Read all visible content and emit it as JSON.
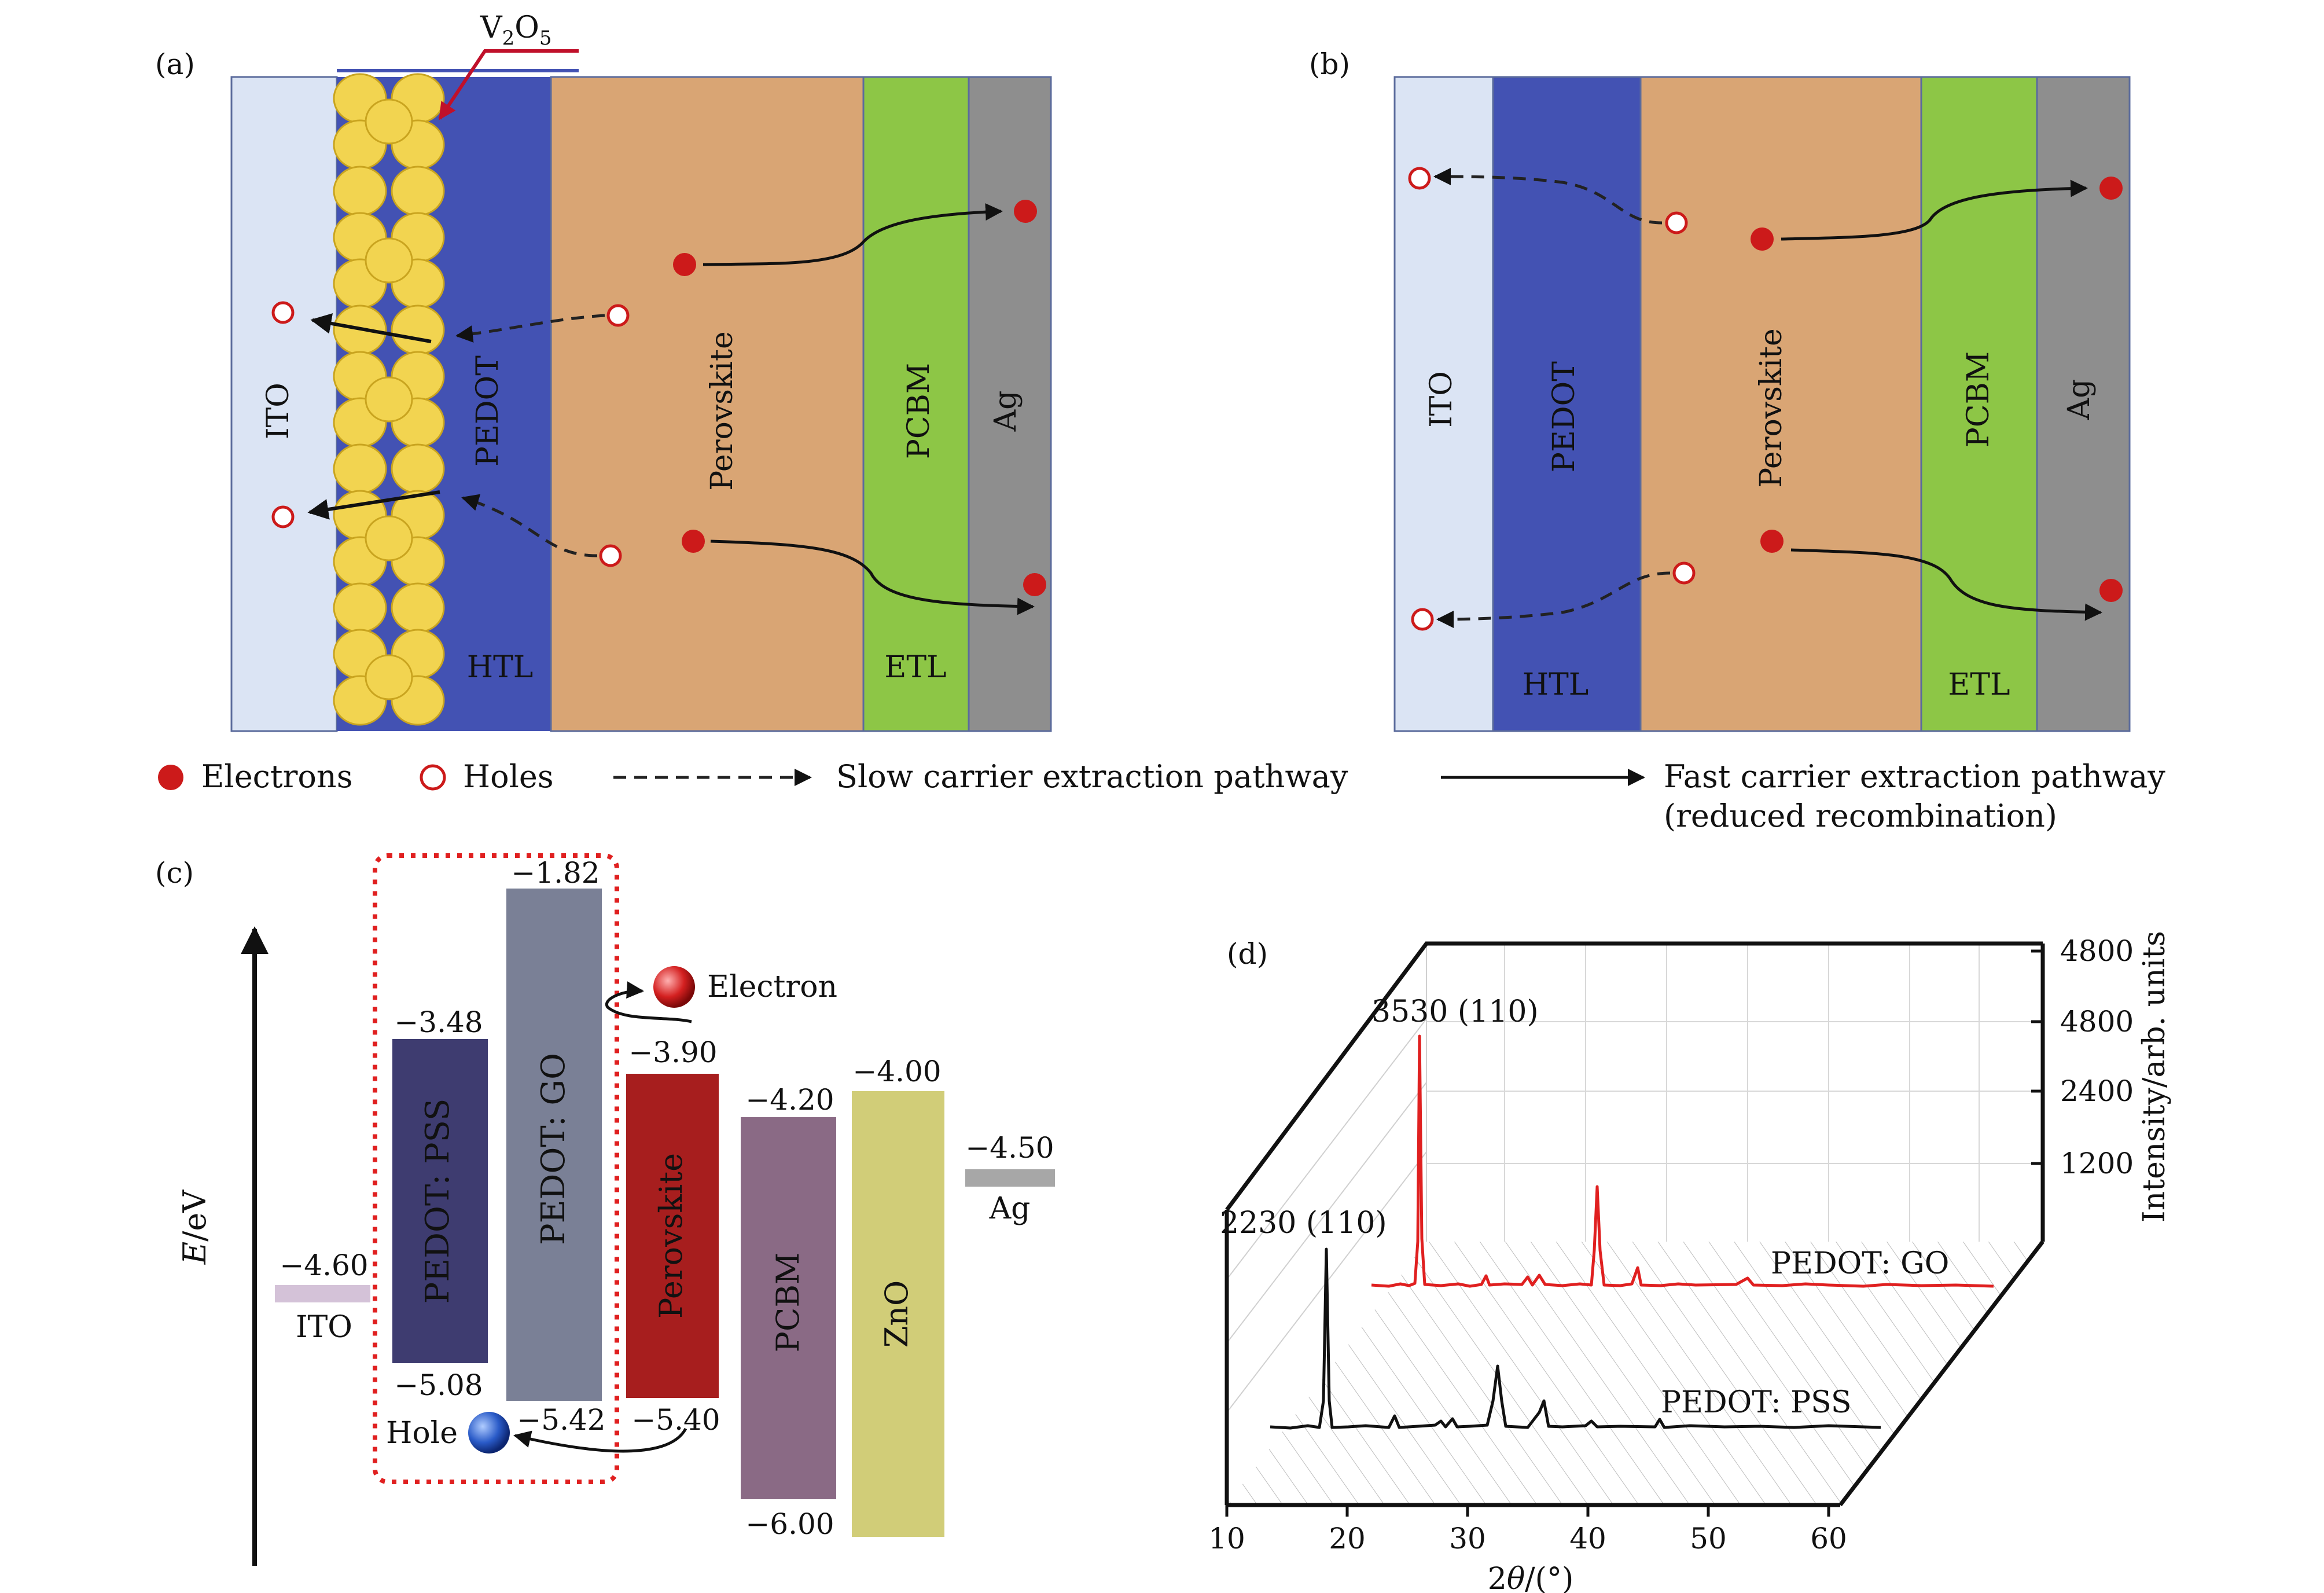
{
  "panels": {
    "a": {
      "label": "(a)",
      "layers": {
        "ito": "ITO",
        "pedot": "PEDOT",
        "perovskite": "Perovskite",
        "pcbm": "PCBM",
        "ag": "Ag"
      },
      "htl": "HTL",
      "etl": "ETL",
      "v2o5": {
        "main": "V",
        "sub1": "2",
        "mid": "O",
        "sub2": "5"
      }
    },
    "b": {
      "label": "(b)",
      "layers": {
        "ito": "ITO",
        "pedot": "PEDOT",
        "perovskite": "Perovskite",
        "pcbm": "PCBM",
        "ag": "Ag"
      },
      "htl": "HTL",
      "etl": "ETL"
    },
    "c": {
      "label": "(c)",
      "yaxis": {
        "sym": "E",
        "unit": "/eV"
      },
      "ito": {
        "name": "ITO",
        "level": "−4.60"
      },
      "pedot_pss": {
        "name": "PEDOT: PSS",
        "top": "−3.48",
        "bottom": "−5.08"
      },
      "pedot_go": {
        "name": "PEDOT: GO",
        "top": "−1.82",
        "bottom": "−5.42"
      },
      "perovskite": {
        "name": "Perovskite",
        "top": "−3.90",
        "bottom": "−5.40"
      },
      "pcbm": {
        "name": "PCBM",
        "top": "−4.20",
        "bottom": "−6.00"
      },
      "zno": {
        "name": "ZnO",
        "top": "−4.00"
      },
      "ag": {
        "name": "Ag",
        "level": "−4.50"
      },
      "electron": "Electron",
      "hole": "Hole"
    },
    "d": {
      "label": "(d)",
      "xlabel_pre": "2",
      "xlabel_theta": "θ",
      "xlabel_post": "/(°)",
      "ylabel": "Intensity/arb. units",
      "xticks": [
        "10",
        "20",
        "30",
        "40",
        "50",
        "60"
      ],
      "zticks": [
        "4800",
        "4800",
        "2400",
        "1200"
      ],
      "series_go": "PEDOT: GO",
      "series_pss": "PEDOT: PSS",
      "peak_go": "3530 (110)",
      "peak_pss": "2230 (110)"
    }
  },
  "legend": {
    "electrons": "Electrons",
    "holes": "Holes",
    "slow": "Slow carrier extraction pathway",
    "fast_line1": "Fast carrier extraction pathway",
    "fast_line2": "(reduced recombination)"
  },
  "colors": {
    "ito": "#dbe4f4",
    "pedot": "#4352b3",
    "perovskite": "#d9a574",
    "pcbm": "#8dc646",
    "ag": "#8e8e8e",
    "v2o5": "#f2d450",
    "electron": "#cc1a1a",
    "go_curve": "#e02020"
  }
}
